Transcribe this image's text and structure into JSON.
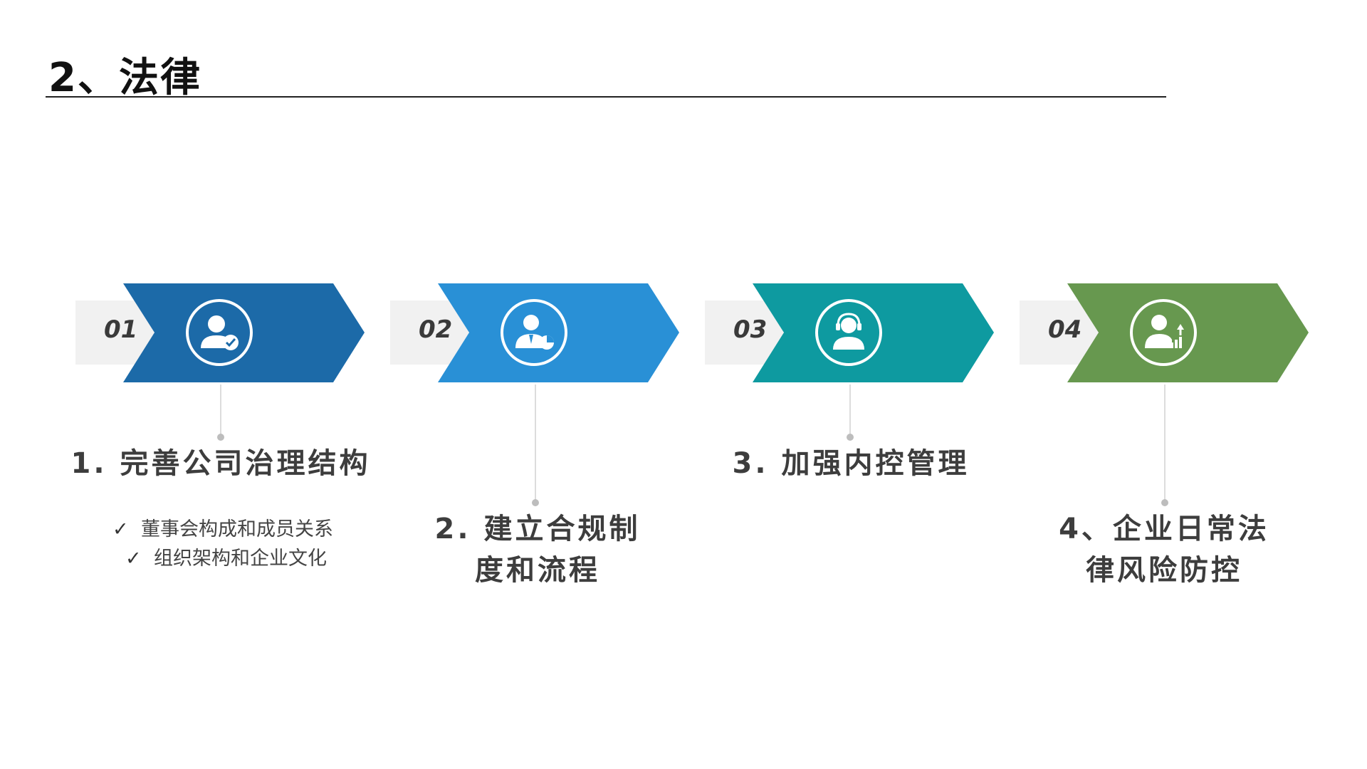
{
  "title": "2、法律",
  "colors": {
    "step1": "#1c6aa8",
    "step2": "#2990d6",
    "step3": "#0e9aa0",
    "step4": "#67984f",
    "tab": "#f1f1f1"
  },
  "steps": [
    {
      "num": "01",
      "icon": "user-check-icon",
      "heading": [
        "1. 完善公司治理结构"
      ],
      "items": [
        "董事会构成和成员关系",
        "组织架构和企业文化"
      ]
    },
    {
      "num": "02",
      "icon": "businessman-chart-icon",
      "heading": [
        "2. 建立合规制",
        "度和流程"
      ],
      "items": []
    },
    {
      "num": "03",
      "icon": "headset-user-icon",
      "heading": [
        "3. 加强内控管理"
      ],
      "items": []
    },
    {
      "num": "04",
      "icon": "user-growth-icon",
      "heading": [
        "4、企业日常法",
        "律风险防控"
      ],
      "items": []
    }
  ]
}
